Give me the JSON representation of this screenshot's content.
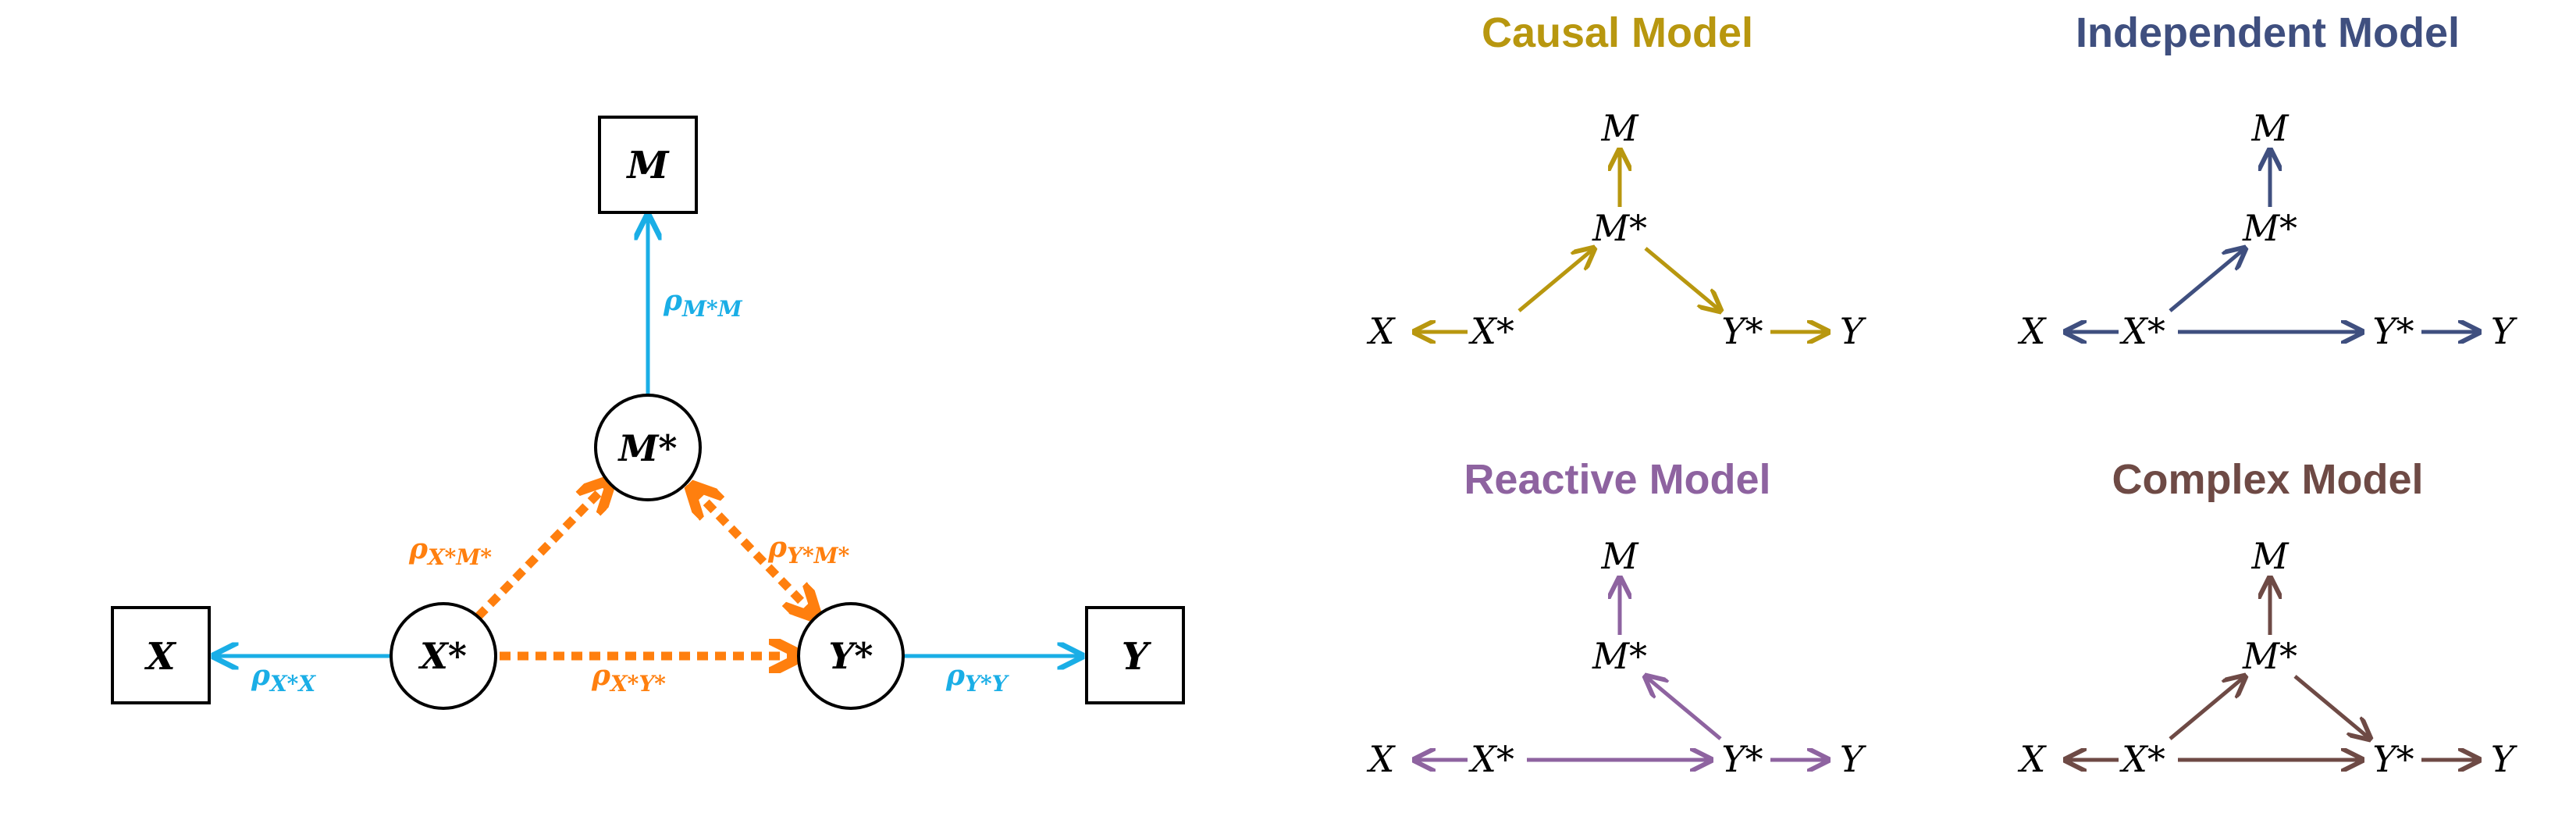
{
  "main_diagram": {
    "nodes": {
      "M": "M",
      "M_star": "M*",
      "X": "X",
      "X_star": "X*",
      "Y": "Y",
      "Y_star": "Y*"
    },
    "edge_labels": {
      "rho": "ρ",
      "mstar_m_sub": "M*M",
      "xstar_x_sub": "X*X",
      "ystar_y_sub": "Y*Y",
      "xstar_mstar_sub": "X*M*",
      "ystar_mstar_sub": "Y*M*",
      "xstar_ystar_sub": "X*Y*"
    },
    "colors": {
      "measurement": "#1aaee6",
      "latent": "#ff7f0e",
      "ink": "#000000"
    }
  },
  "models": [
    {
      "title": "Causal Model",
      "color": "#b8970f"
    },
    {
      "title": "Independent Model",
      "color": "#3f4f7f"
    },
    {
      "title": "Reactive Model",
      "color": "#8e63a0"
    },
    {
      "title": "Complex Model",
      "color": "#6e4a45"
    }
  ],
  "small_labels": {
    "M": "M",
    "M_star": "M*",
    "X": "X",
    "X_star": "X*",
    "Y": "Y",
    "Y_star": "Y*"
  }
}
